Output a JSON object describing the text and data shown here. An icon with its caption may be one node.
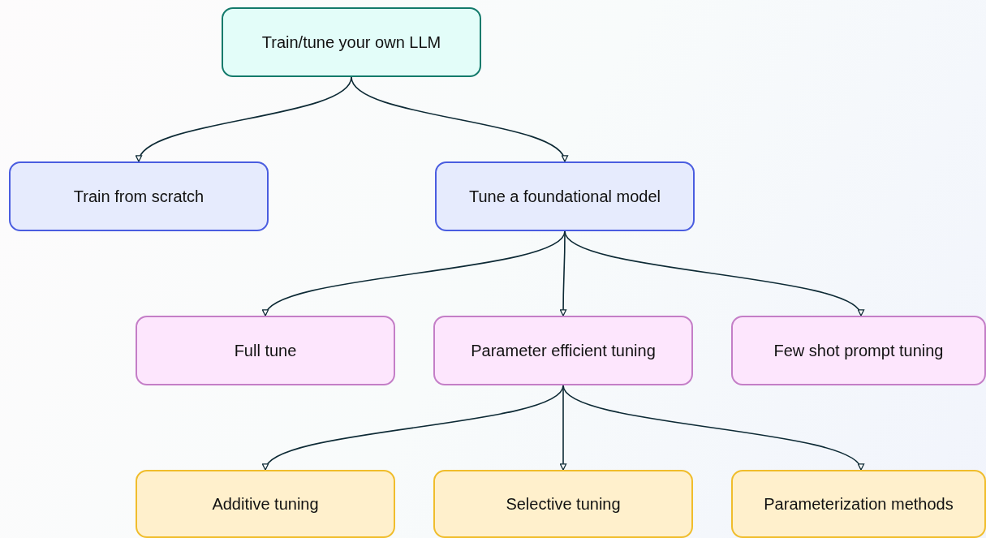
{
  "diagram": {
    "nodes": [
      {
        "text": [
          "Train/tune your own LLM"
        ]
      },
      {
        "text": [
          "Train from scratch"
        ]
      },
      {
        "text": [
          "Tune a foundational model"
        ]
      },
      {
        "text": [
          "Full tune"
        ]
      },
      {
        "text": [
          "Parameter efficient tuning"
        ]
      },
      {
        "text": [
          "Few shot prompt tuning"
        ]
      },
      {
        "text": [
          "Additive tuning"
        ]
      },
      {
        "text": [
          "Selective tuning"
        ]
      },
      {
        "text": [
          "Parameterization methods"
        ]
      }
    ],
    "edges": [
      {
        "from": 0,
        "to": 1,
        "arrow": "to"
      },
      {
        "from": 0,
        "to": 2,
        "arrow": "to"
      },
      {
        "from": 2,
        "to": 3,
        "arrow": "to"
      },
      {
        "from": 2,
        "to": 4,
        "arrow": "to"
      },
      {
        "from": 2,
        "to": 5,
        "arrow": "to"
      },
      {
        "from": 4,
        "to": 6,
        "arrow": "to"
      },
      {
        "from": 4,
        "to": 7,
        "arrow": "to"
      },
      {
        "from": 4,
        "to": 8,
        "arrow": "to"
      }
    ]
  }
}
